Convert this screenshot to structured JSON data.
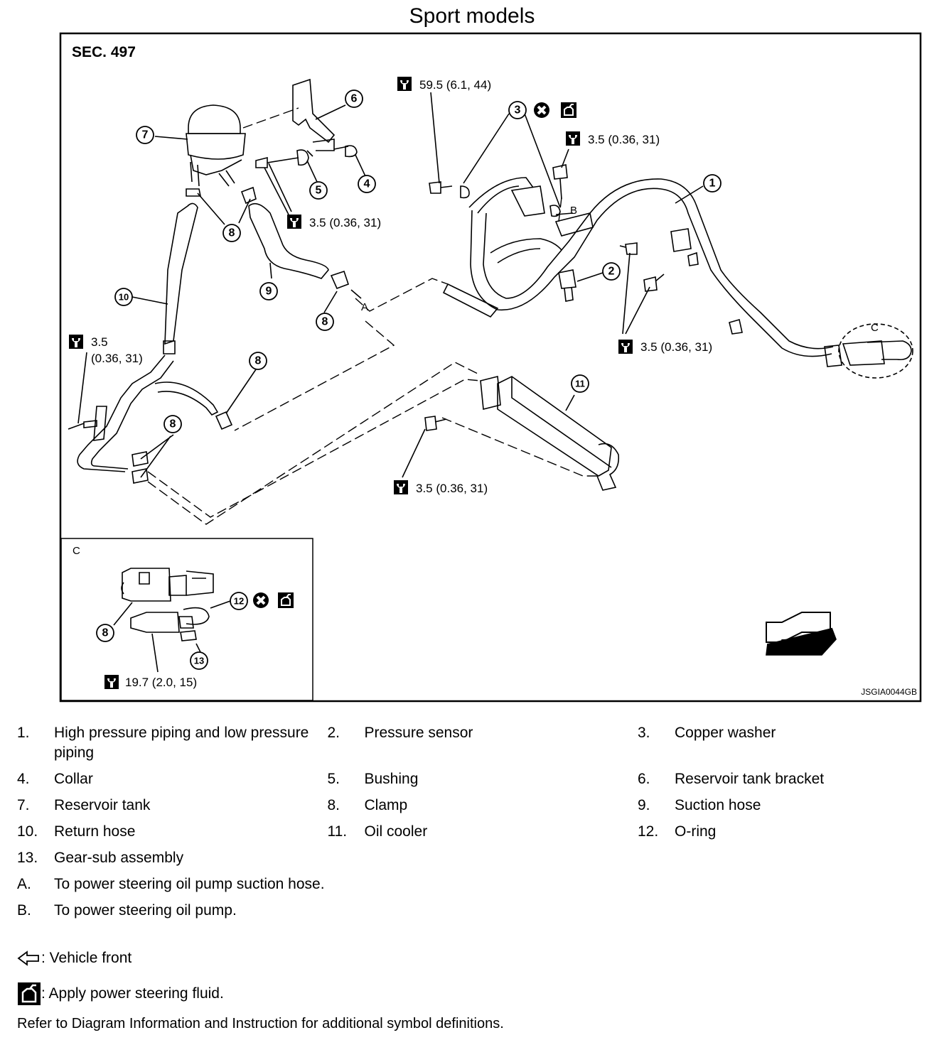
{
  "title": "Sport models",
  "section": "SEC. 497",
  "image_code": "JSGIA0044GB",
  "inset_label": "C",
  "callouts": {
    "c1": "1",
    "c2": "2",
    "c3": "3",
    "c4": "4",
    "c5": "5",
    "c6": "6",
    "c7": "7",
    "c8": "8",
    "c9": "9",
    "c10": "10",
    "c11": "11",
    "c12": "12",
    "c13": "13"
  },
  "letters": {
    "a": "A",
    "b": "B",
    "c": "C"
  },
  "torques": {
    "t1": "59.5 (6.1, 44)",
    "t2": "3.5 (0.36, 31)",
    "t3": "3.5 (0.36, 31)",
    "t4a": "3.5",
    "t4b": "(0.36, 31)",
    "t5": "3.5 (0.36, 31)",
    "t6": "3.5 (0.36, 31)",
    "t7": "19.7 (2.0, 15)"
  },
  "legend": [
    [
      {
        "num": "1.",
        "text": "High pressure piping and low pressure piping"
      },
      {
        "num": "2.",
        "text": "Pressure sensor"
      },
      {
        "num": "3.",
        "text": "Copper washer"
      }
    ],
    [
      {
        "num": "4.",
        "text": "Collar"
      },
      {
        "num": "5.",
        "text": "Bushing"
      },
      {
        "num": "6.",
        "text": "Reservoir tank bracket"
      }
    ],
    [
      {
        "num": "7.",
        "text": "Reservoir tank"
      },
      {
        "num": "8.",
        "text": "Clamp"
      },
      {
        "num": "9.",
        "text": "Suction hose"
      }
    ],
    [
      {
        "num": "10.",
        "text": "Return hose"
      },
      {
        "num": "11.",
        "text": "Oil cooler"
      },
      {
        "num": "12.",
        "text": "O-ring"
      }
    ],
    [
      {
        "num": "13.",
        "text": "Gear-sub assembly"
      }
    ],
    [
      {
        "num": "A.",
        "text": "To power steering oil pump suction hose."
      }
    ],
    [
      {
        "num": "B.",
        "text": "To power steering oil pump."
      }
    ]
  ],
  "notes": {
    "front": ": Vehicle front",
    "fluid": ": Apply power steering fluid.",
    "refer": "Refer to Diagram Information and Instruction for additional symbol definitions."
  }
}
